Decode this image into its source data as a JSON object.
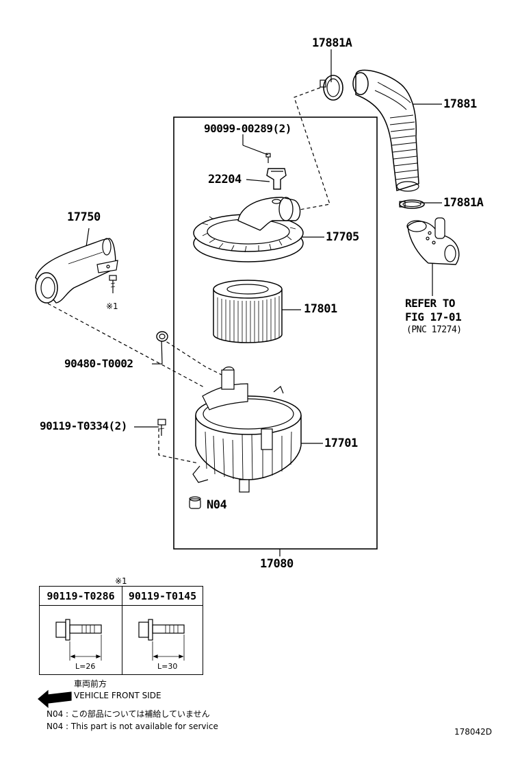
{
  "labels": {
    "p17881A_top": "17881A",
    "p17881": "17881",
    "p17881A_bot": "17881A",
    "p90099": "90099-00289(2)",
    "p22204": "22204",
    "p17750": "17750",
    "p17705": "17705",
    "p17801": "17801",
    "p90480": "90480-T0002",
    "p90119_t0334": "90119-T0334(2)",
    "p17701": "17701",
    "pN04": "N04",
    "p17080": "17080",
    "note_mark": "※1",
    "refer_line1": "REFER TO",
    "refer_line2": "FIG 17-01",
    "refer_line3": "(PNC 17274)"
  },
  "table": {
    "mark": "※1",
    "col1_header": "90119-T0286",
    "col2_header": "90119-T0145",
    "col1_length": "L=26",
    "col2_length": "L=30"
  },
  "legend": {
    "front_jp": "車両前方",
    "front_en": "VEHICLE FRONT SIDE",
    "n04_jp": "N04 : この部品については補給していません",
    "n04_en": "N04 : This part is not available for service"
  },
  "diagram_id": "178042D"
}
